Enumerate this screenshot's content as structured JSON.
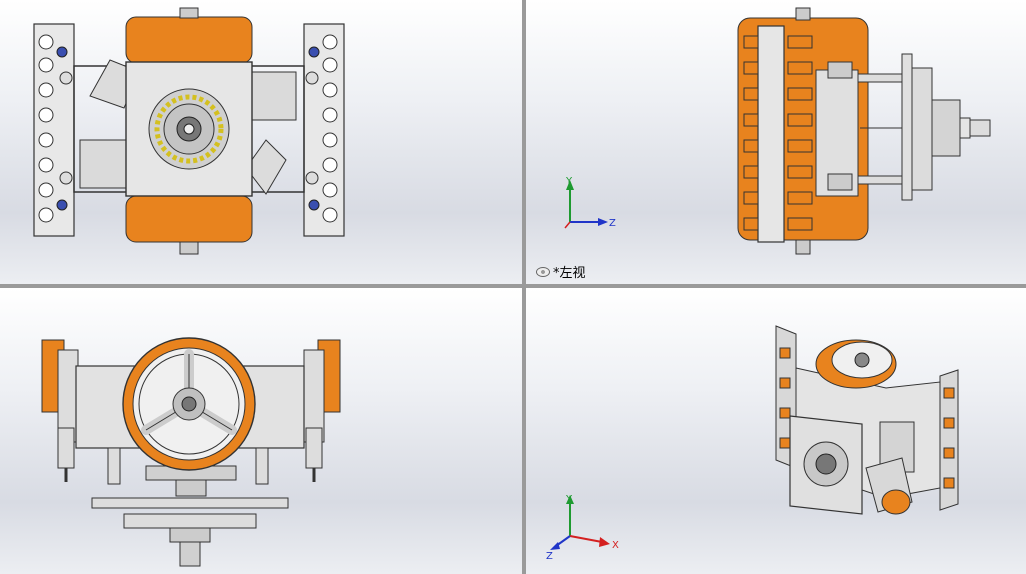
{
  "viewports": [
    {
      "id": "top-view",
      "label": ""
    },
    {
      "id": "left-view",
      "label": "*左视",
      "axes": {
        "up": "Y",
        "right": "Z"
      }
    },
    {
      "id": "front-view",
      "label": ""
    },
    {
      "id": "isometric-view",
      "label": "",
      "axes": {
        "up": "Y",
        "left": "Z",
        "right": "X"
      }
    }
  ],
  "colors": {
    "wheel": "#e8831e",
    "metal_light": "#e4e4e4",
    "metal_mid": "#c8c8c8",
    "outline": "#333333",
    "axis_x": "#d42020",
    "axis_y": "#1e9a30",
    "axis_z": "#2035c8"
  }
}
